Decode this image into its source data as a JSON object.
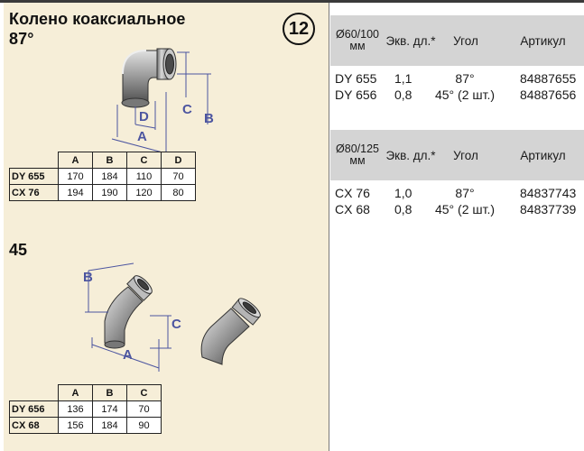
{
  "left": {
    "title_line1": "Колено коаксиальное",
    "title_line2": "87°",
    "badge": "12",
    "title_45": "45",
    "drawing_87_labels": {
      "a": "A",
      "b": "B",
      "c": "C",
      "d": "D"
    },
    "drawing_45_labels": {
      "a": "A",
      "b": "B",
      "c": "C"
    },
    "table_87": {
      "headers": [
        "A",
        "B",
        "C",
        "D"
      ],
      "rows": [
        {
          "name": "DY 655",
          "values": [
            "170",
            "184",
            "110",
            "70"
          ]
        },
        {
          "name": "CX 76",
          "values": [
            "194",
            "190",
            "120",
            "80"
          ]
        }
      ]
    },
    "table_45": {
      "headers": [
        "A",
        "B",
        "C"
      ],
      "rows": [
        {
          "name": "DY 656",
          "values": [
            "136",
            "174",
            "70"
          ]
        },
        {
          "name": "CX 68",
          "values": [
            "156",
            "184",
            "90"
          ]
        }
      ]
    }
  },
  "right": {
    "table_60": {
      "headers": {
        "diameter_line1": "Ø60/100",
        "diameter_line2": "мм",
        "equiv": "Экв. дл.*",
        "angle": "Угол",
        "article": "Артикул"
      },
      "rows": [
        {
          "name": "DY 655",
          "equiv": "1,1",
          "angle": "87°",
          "article": "84887655"
        },
        {
          "name": "DY 656",
          "equiv": "0,8",
          "angle": "45° (2 шт.)",
          "article": "84887656"
        }
      ]
    },
    "table_80": {
      "headers": {
        "diameter_line1": "Ø80/125",
        "diameter_line2": "мм",
        "equiv": "Экв. дл.*",
        "angle": "Угол",
        "article": "Артикул"
      },
      "rows": [
        {
          "name": "CX 76",
          "equiv": "1,0",
          "angle": "87°",
          "article": "84837743"
        },
        {
          "name": "CX 68",
          "equiv": "0,8",
          "angle": "45° (2 шт.)",
          "article": "84837739"
        }
      ]
    }
  }
}
